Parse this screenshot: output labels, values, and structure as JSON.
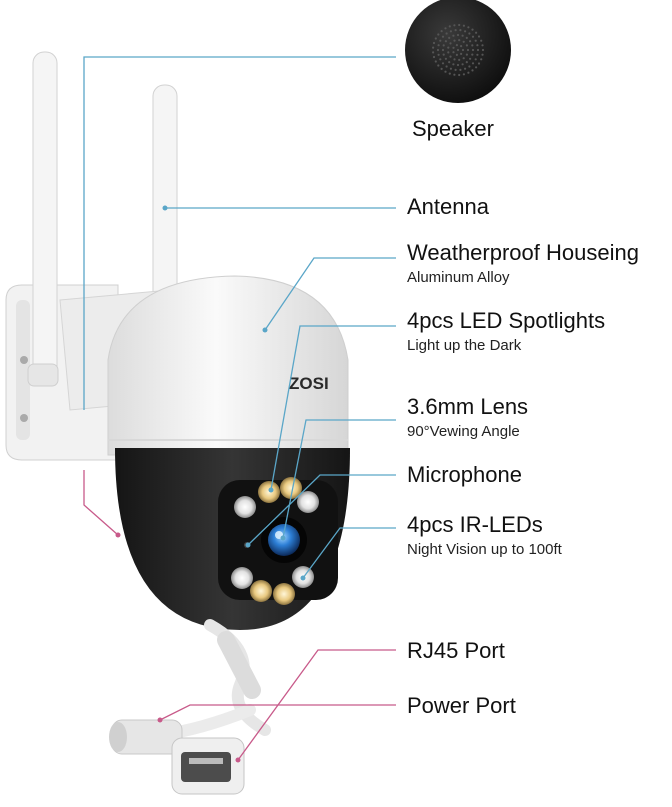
{
  "brand": "ZOSI",
  "colors": {
    "leader_blue": "#5aa6c8",
    "leader_pink": "#c85a8a",
    "camera_white": "#f1f1f1",
    "camera_black": "#202020"
  },
  "callouts": [
    {
      "key": "speaker",
      "title": "Speaker",
      "subtitle": ""
    },
    {
      "key": "antenna",
      "title": "Antenna",
      "subtitle": ""
    },
    {
      "key": "housing",
      "title": "Weatherproof Houseing",
      "subtitle": "Aluminum Alloy"
    },
    {
      "key": "led",
      "title": "4pcs LED Spotlights",
      "subtitle": "Light up the Dark"
    },
    {
      "key": "lens",
      "title": "3.6mm Lens",
      "subtitle": "90°Vewing Angle"
    },
    {
      "key": "mic",
      "title": "Microphone",
      "subtitle": ""
    },
    {
      "key": "ir",
      "title": "4pcs IR-LEDs",
      "subtitle": "Night Vision up to 100ft"
    },
    {
      "key": "rj45",
      "title": "RJ45 Port",
      "subtitle": ""
    },
    {
      "key": "power",
      "title": "Power Port",
      "subtitle": ""
    }
  ]
}
